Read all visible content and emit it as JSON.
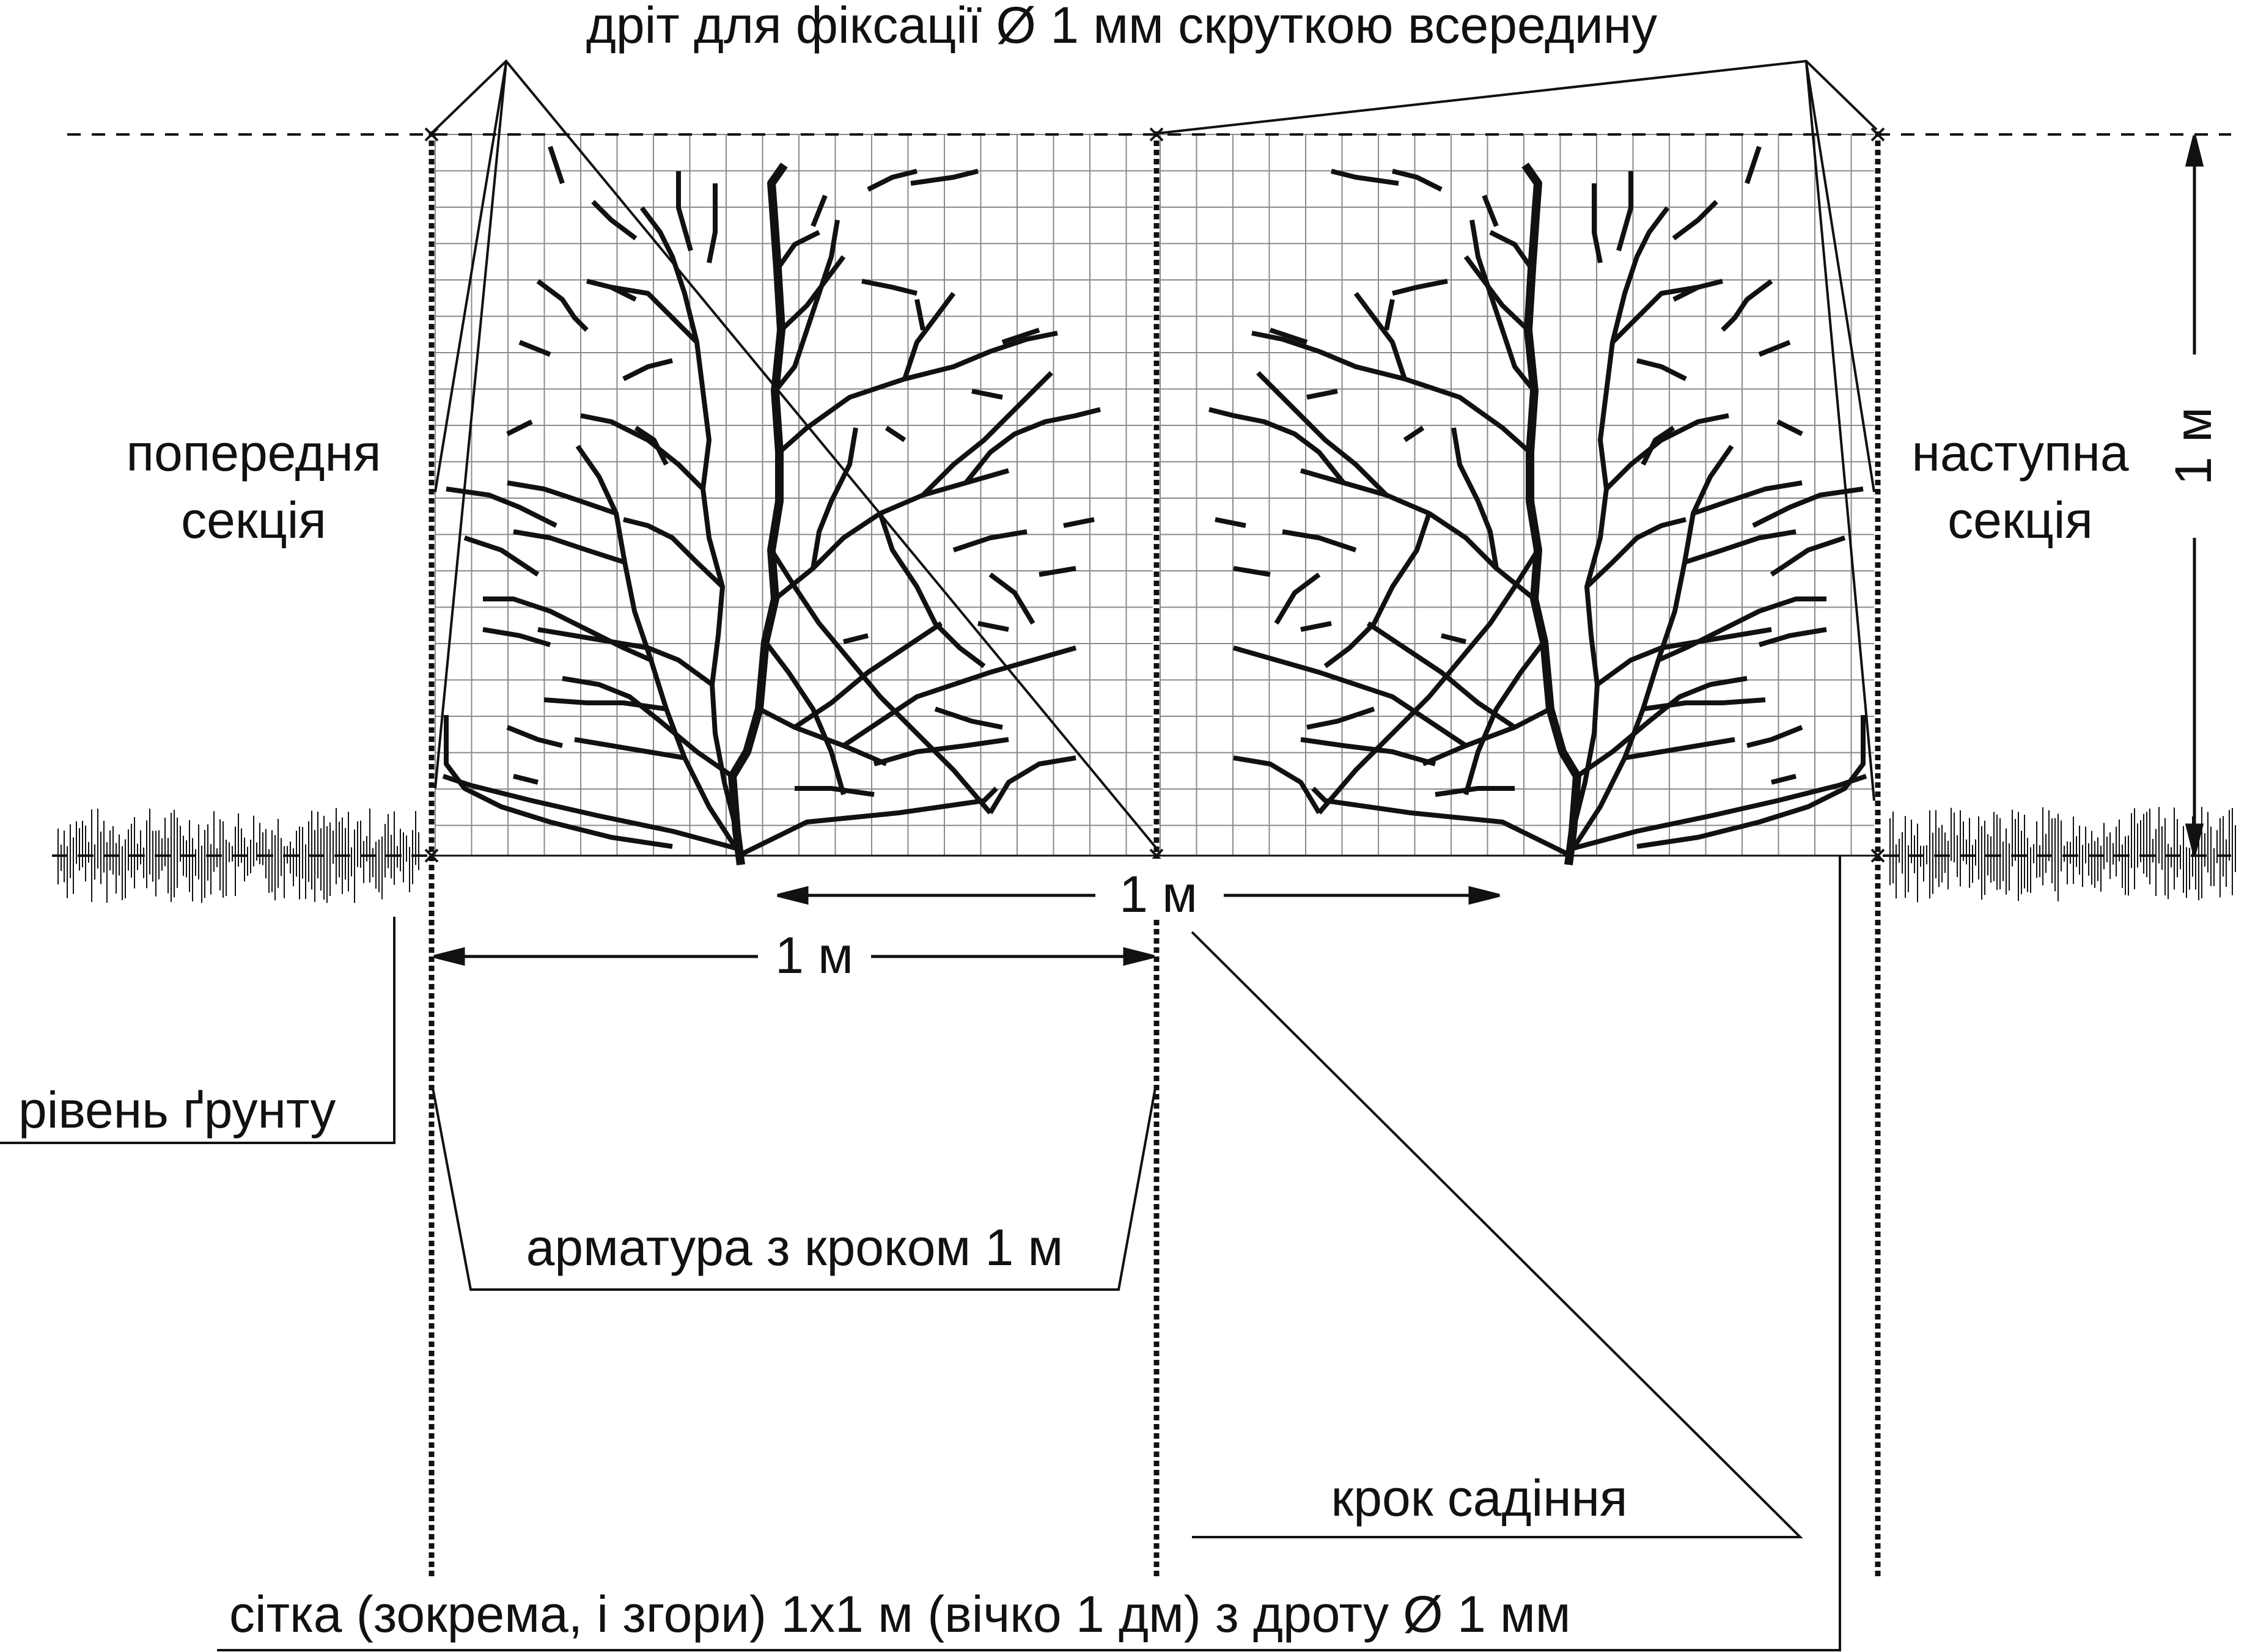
{
  "labels": {
    "top_wire": "дріт для фіксації Ø 1 мм скруткою всередину",
    "previous_section_line1": "попередня",
    "previous_section_line2": "секція",
    "next_section_line1": "наступна",
    "next_section_line2": "секція",
    "ground_level": "рівень ґрунту",
    "rebar": "арматура з кроком 1 м",
    "planting_step": "крок садіння",
    "mesh": "сітка (зокрема, і згори) 1х1 м (вічко 1 дм) з дроту Ø 1 мм"
  },
  "dimensions": {
    "height": "1 м",
    "section_width": "1 м",
    "planting_distance": "1 м"
  },
  "colors": {
    "ink": "#111111",
    "grid": "#8a8a8a",
    "background": "#ffffff"
  }
}
